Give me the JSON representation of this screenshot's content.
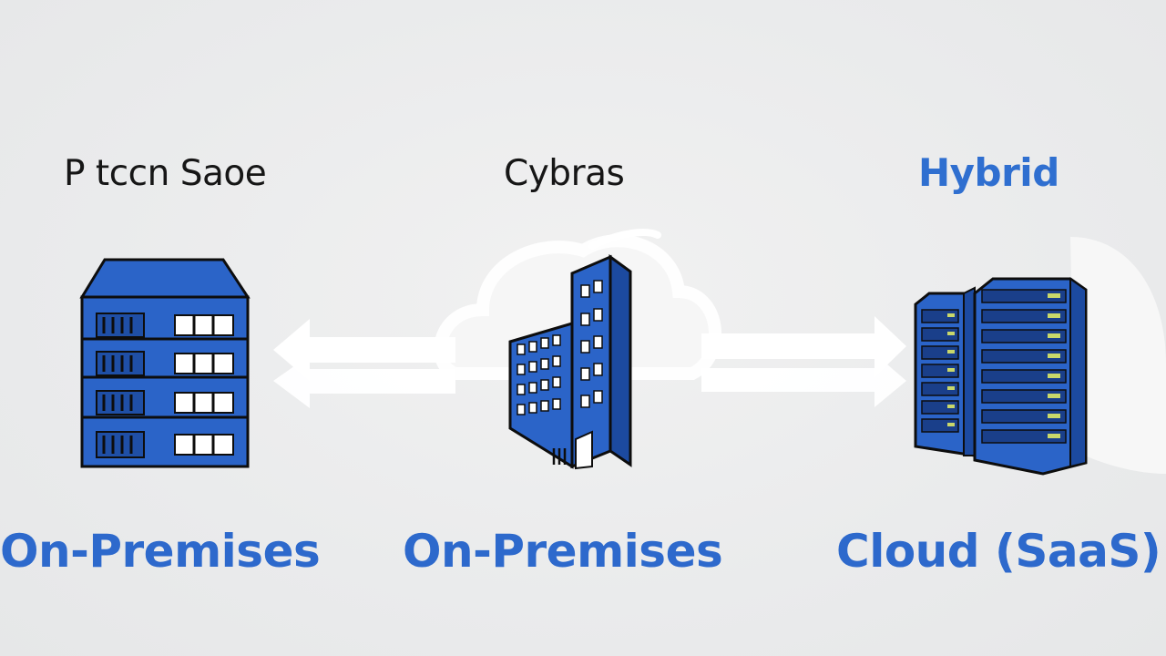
{
  "labels": {
    "top_left": "P  tccn Saoe",
    "top_center": "Cybras",
    "top_right": "Hybrid",
    "bottom_left": "On-Premises",
    "bottom_center": "On-Premises",
    "bottom_right": "Cloud (SaaS)"
  },
  "colors": {
    "accent_blue": "#2d69cc",
    "server_blue": "#2b64c8",
    "outline": "#0d0d0d",
    "background": "#ececec"
  },
  "icons": {
    "left": "server-rack-icon",
    "center": "office-building-icon",
    "right": "data-center-racks-icon",
    "background": "cloud-icon",
    "connectors": "bidirectional-arrow-icon"
  }
}
